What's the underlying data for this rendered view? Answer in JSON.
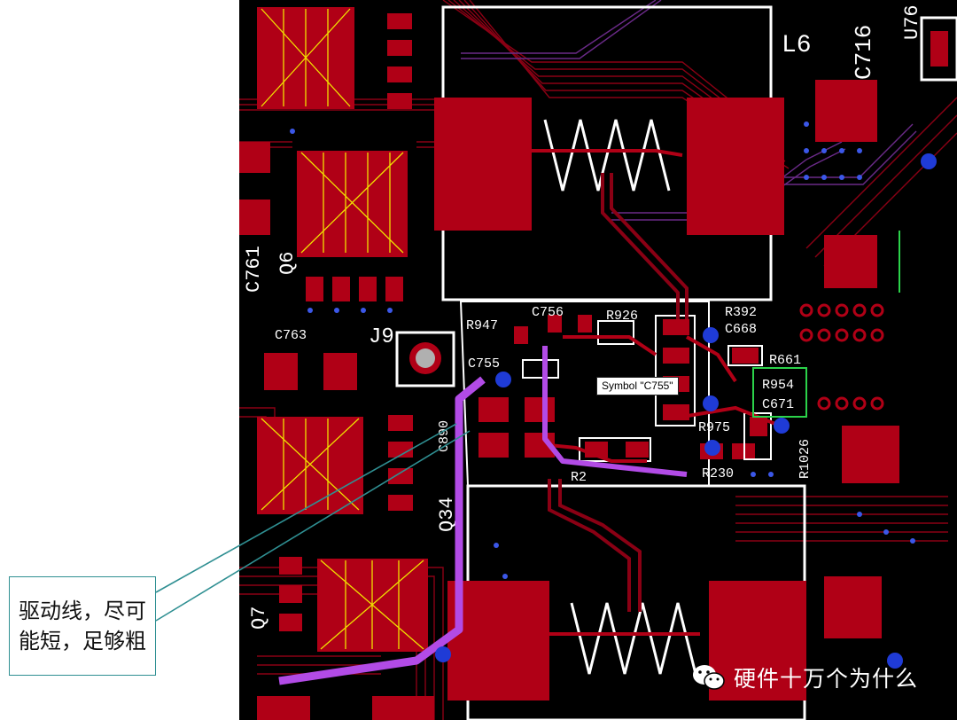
{
  "annotation": {
    "text": "驱动线，尽可能短，足够粗"
  },
  "tooltip": {
    "text": "Symbol \"C755\""
  },
  "watermark": {
    "text": "硬件十万个为什么",
    "icon": "wechat-icon"
  },
  "components": {
    "r947": "R947",
    "c756": "C756",
    "r926": "R926",
    "r392": "R392",
    "c668": "C668",
    "r661": "R661",
    "r954": "R954",
    "c671": "C671",
    "r975": "R975",
    "r230": "R230",
    "r1026": "R1026",
    "c755": "C755",
    "c763": "C763",
    "c761": "C761",
    "c890": "C890",
    "q6": "Q6",
    "q34": "Q34",
    "q7": "Q7",
    "j9": "J9",
    "l6": "L6",
    "c716": "C716",
    "u76": "U76",
    "r2": "R2"
  },
  "colors": {
    "board": "#000000",
    "copper": "#b00016",
    "silkscreen": "#ffffff",
    "highlight_trace": "#b24be6",
    "via": "#1f3bd6",
    "pin_marker": "#f0e000",
    "callout_border": "#2f8f92"
  }
}
